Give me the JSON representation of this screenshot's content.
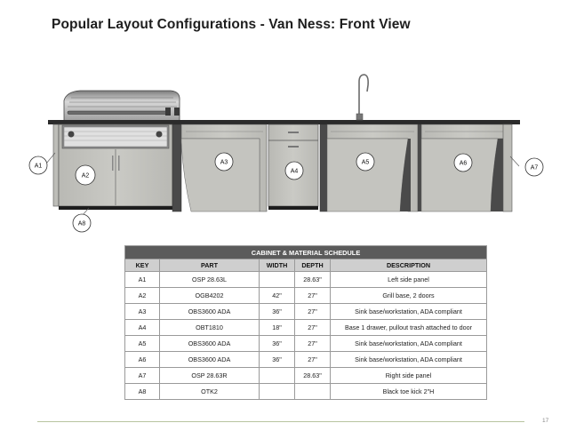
{
  "title": "Popular Layout Configurations - Van Ness: Front View",
  "callouts": {
    "a1": "A1",
    "a2": "A2",
    "a3": "A3",
    "a4": "A4",
    "a5": "A5",
    "a6": "A6",
    "a7": "A7",
    "a8": "A8"
  },
  "table": {
    "caption": "CABINET & MATERIAL SCHEDULE",
    "headers": [
      "KEY",
      "PART",
      "WIDTH",
      "DEPTH",
      "DESCRIPTION"
    ],
    "rows": [
      [
        "A1",
        "OSP 28.63L",
        "",
        "28.63\"",
        "Left side panel"
      ],
      [
        "A2",
        "OGB4202",
        "42\"",
        "27\"",
        "Grill base, 2 doors"
      ],
      [
        "A3",
        "OBS3600 ADA",
        "36\"",
        "27\"",
        "Sink base/workstation, ADA compliant"
      ],
      [
        "A4",
        "OBT1810",
        "18\"",
        "27\"",
        "Base 1 drawer, pullout trash attached to door"
      ],
      [
        "A5",
        "OBS3600 ADA",
        "36\"",
        "27\"",
        "Sink base/workstation, ADA compliant"
      ],
      [
        "A6",
        "OBS3600 ADA",
        "36\"",
        "27\"",
        "Sink base/workstation, ADA compliant"
      ],
      [
        "A7",
        "OSP 28.63R",
        "",
        "28.63\"",
        "Right side panel"
      ],
      [
        "A8",
        "OTK2",
        "",
        "",
        "Black toe kick 2\"H"
      ]
    ]
  },
  "page_number": "17",
  "colors": {
    "countertop": "#2b2b2b",
    "cabinet": "#c2c2bd",
    "table_title_bg": "#5b5b5b",
    "table_head_bg": "#cfcfcf"
  }
}
